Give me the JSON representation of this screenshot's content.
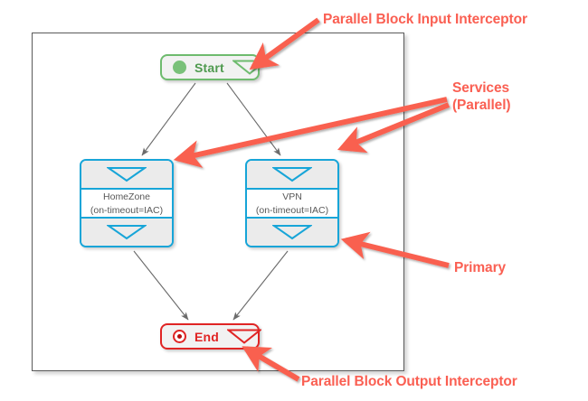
{
  "diagram": {
    "type": "workflow-flowchart",
    "canvas_border_color": "#5a5a5a",
    "background_color": "#ffffff",
    "nodes": [
      {
        "id": "start",
        "label": "Start",
        "kind": "terminal-start",
        "icon": "filled-circle-icon",
        "interceptor_icon": "triangle-down-icon",
        "color": "#4f9a4f",
        "border_color": "#6ebb6e"
      },
      {
        "id": "homezone",
        "label": "HomeZone",
        "option": "(on-timeout=IAC)",
        "kind": "service-parallel",
        "input_interceptor_icon": "triangle-down-icon",
        "output_interceptor_icon": "triangle-down-icon",
        "border_color": "#17a5d8"
      },
      {
        "id": "vpn",
        "label": "VPN",
        "option": "(on-timeout=IAC)",
        "kind": "service-parallel",
        "input_interceptor_icon": "triangle-down-icon",
        "output_interceptor_icon": "triangle-down-icon",
        "border_color": "#17a5d8"
      },
      {
        "id": "end",
        "label": "End",
        "kind": "terminal-end",
        "icon": "bullseye-circle-icon",
        "interceptor_icon": "triangle-down-icon",
        "color": "#e02424",
        "border_color": "#e02424"
      }
    ],
    "edges": [
      {
        "from": "start",
        "to": "homezone"
      },
      {
        "from": "start",
        "to": "vpn"
      },
      {
        "from": "homezone",
        "to": "end"
      },
      {
        "from": "vpn",
        "to": "end"
      }
    ],
    "edge_color": "#6b6b6b"
  },
  "annotations": {
    "color": "#fa5f52",
    "items": [
      {
        "id": "input-interceptor",
        "text": "Parallel Block Input Interceptor",
        "target": "start-node-triangle"
      },
      {
        "id": "services",
        "text": "Services\n(Parallel)",
        "target": "service-boxes"
      },
      {
        "id": "primary",
        "text": "Primary",
        "target": "vpn-box"
      },
      {
        "id": "output-interceptor",
        "text": "Parallel Block Output Interceptor",
        "target": "end-node-triangle"
      }
    ]
  }
}
